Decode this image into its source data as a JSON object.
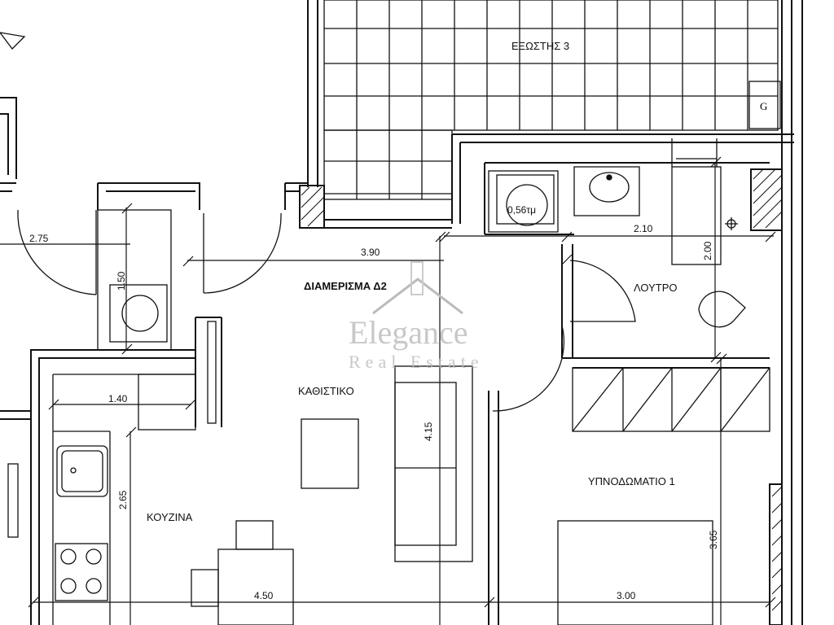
{
  "title": "ΔΙΑΜΕΡΙΣΜΑ Δ2",
  "rooms": {
    "balcony": "ΕΞΩΣΤΗΣ 3",
    "living": "ΚΑΘΙΣΤΙΚΟ",
    "kitchen": "ΚΟΥΖΙΝΑ",
    "bath": "ΛΟΥΤΡΟ",
    "bedroom": "ΥΠΝΟΔΩΜΑΤΙΟ 1"
  },
  "shower_label": "0,56τμ",
  "gas_label": "G",
  "dimensions": {
    "d275": "2.75",
    "d390": "3.90",
    "d210": "2.10",
    "d150": "1.50",
    "d200": "2.00",
    "d140": "1.40",
    "d415": "4.15",
    "d265": "2.65",
    "d365": "3.65",
    "d450": "4.50",
    "d300": "3.00"
  },
  "watermark": {
    "line1": "Elegance",
    "line2": "Real Estate"
  }
}
